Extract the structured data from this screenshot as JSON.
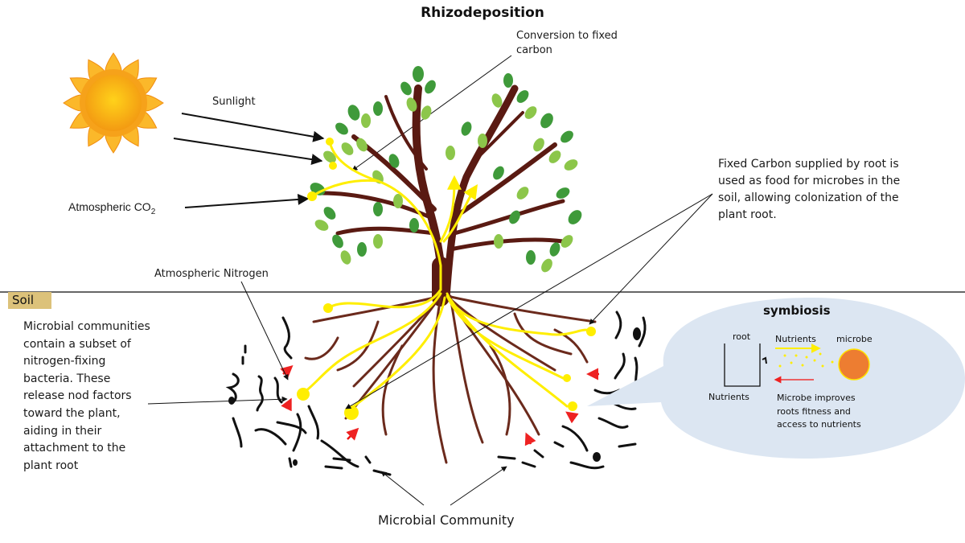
{
  "title": "Rhizodeposition",
  "labels": {
    "conversion": "Conversion to fixed carbon",
    "sunlight": "Sunlight",
    "co2_main": "Atmospheric CO",
    "co2_sub": "2",
    "fixed_carbon": "Fixed Carbon supplied by root is used as food for microbes in the soil, allowing colonization of the plant root.",
    "atmospheric_nitrogen": "Atmospheric Nitrogen",
    "soil": "Soil",
    "microbial_text": "Microbial communities contain a subset of nitrogen-fixing bacteria. These release nod factors toward the plant, aiding in their attachment to the plant root",
    "microbial_community": "Microbial Community"
  },
  "symbiosis": {
    "title": "symbiosis",
    "root": "root",
    "nutrients_to_microbe": "Nutrients",
    "microbe": "microbe",
    "nutrients_root": "Nutrients",
    "microbe_improves": "Microbe improves roots fitness and access to nutrients"
  },
  "colors": {
    "trunk": "#5a1a12",
    "leaf_dark": "#3f9a3a",
    "leaf_light": "#8cc64a",
    "flow": "#ffee00",
    "nod_arrow": "#ee1111",
    "bubble": "#dce6f2",
    "microbe": "#ed7d31",
    "sun": "#f8a51b",
    "soil_tag": "#dcc27a"
  }
}
